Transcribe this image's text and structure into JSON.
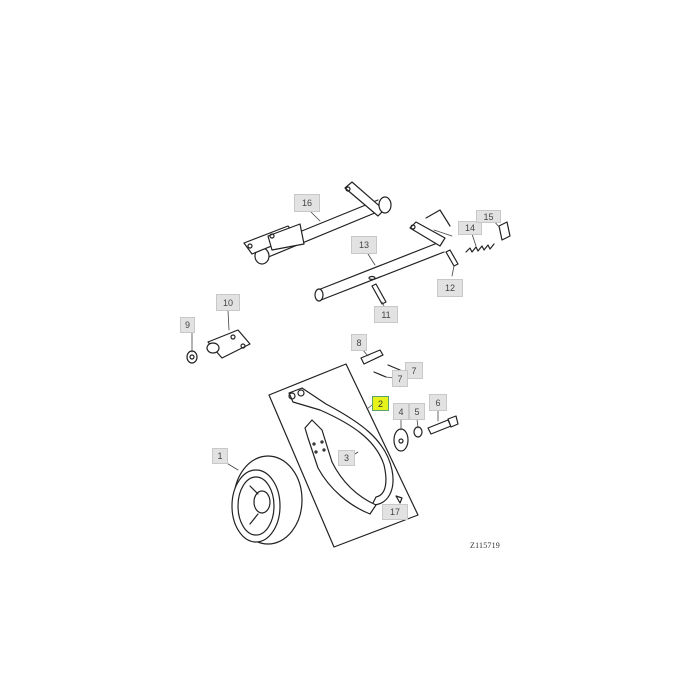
{
  "diagram": {
    "reference_code": "Z115719",
    "highlighted_part": "2",
    "colors": {
      "callout_bg": "#e2e2e2",
      "callout_highlight_bg": "#e6f21a",
      "callout_highlight_border": "#5aa06a",
      "line": "#222222"
    },
    "callouts": [
      {
        "id": "1",
        "label": "1",
        "part": "wheel-drum"
      },
      {
        "id": "2",
        "label": "2",
        "part": "brake-band",
        "highlighted": true
      },
      {
        "id": "3",
        "label": "3",
        "part": "brake-lining"
      },
      {
        "id": "4",
        "label": "4",
        "part": "washer"
      },
      {
        "id": "5",
        "label": "5",
        "part": "nut"
      },
      {
        "id": "6",
        "label": "6",
        "part": "bolt"
      },
      {
        "id": "7a",
        "label": "7",
        "part": "cotter-pin"
      },
      {
        "id": "7b",
        "label": "7",
        "part": "cotter-pin"
      },
      {
        "id": "8",
        "label": "8",
        "part": "pin"
      },
      {
        "id": "9",
        "label": "9",
        "part": "washer"
      },
      {
        "id": "10",
        "label": "10",
        "part": "link"
      },
      {
        "id": "11",
        "label": "11",
        "part": "spring-pin"
      },
      {
        "id": "12",
        "label": "12",
        "part": "spring-pin"
      },
      {
        "id": "13",
        "label": "13",
        "part": "shaft"
      },
      {
        "id": "14",
        "label": "14",
        "part": "spring"
      },
      {
        "id": "15",
        "label": "15",
        "part": "bracket"
      },
      {
        "id": "16",
        "label": "16",
        "part": "shaft-with-arms"
      },
      {
        "id": "17",
        "label": "17",
        "part": "rivet"
      }
    ]
  }
}
